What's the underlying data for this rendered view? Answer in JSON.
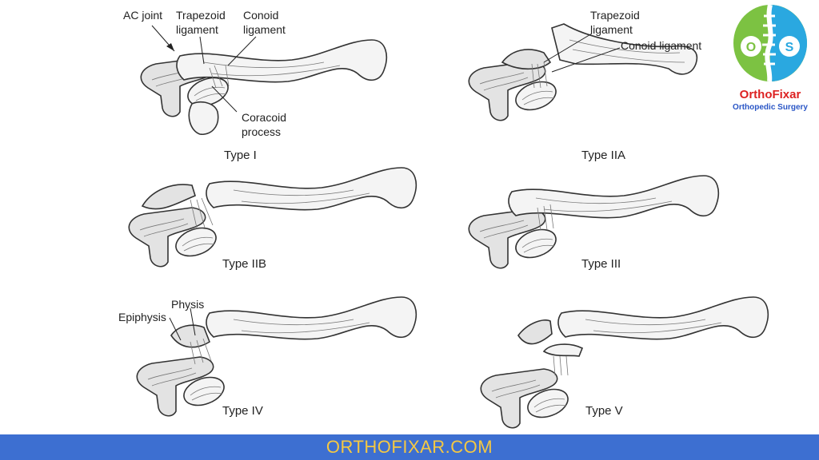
{
  "labels": {
    "ac_joint": "AC joint",
    "trapezoid_1": "Trapezoid",
    "trapezoid_2": "ligament",
    "conoid_1": "Conoid",
    "conoid_2": "ligament",
    "coracoid_1": "Coracoid",
    "coracoid_2": "process",
    "iia_trapezoid_1": "Trapezoid",
    "iia_trapezoid_2": "ligament",
    "iia_conoid": "Conoid ligament",
    "physis": "Physis",
    "epiphysis": "Epiphysis"
  },
  "types": {
    "t1": "Type I",
    "t2a": "Type IIA",
    "t2b": "Type IIB",
    "t3": "Type III",
    "t4": "Type IV",
    "t5": "Type V"
  },
  "logo": {
    "letter_left": "O",
    "letter_right": "S",
    "title": "OrthoFixar",
    "subtitle": "Orthopedic Surgery",
    "color_green": "#7cc242",
    "color_blue": "#2aa8e0",
    "color_red": "#d22222"
  },
  "footer": {
    "text": "ORTHOFIXAR.COM",
    "bg_color": "#3d6fd1",
    "text_color": "#f5c842"
  }
}
